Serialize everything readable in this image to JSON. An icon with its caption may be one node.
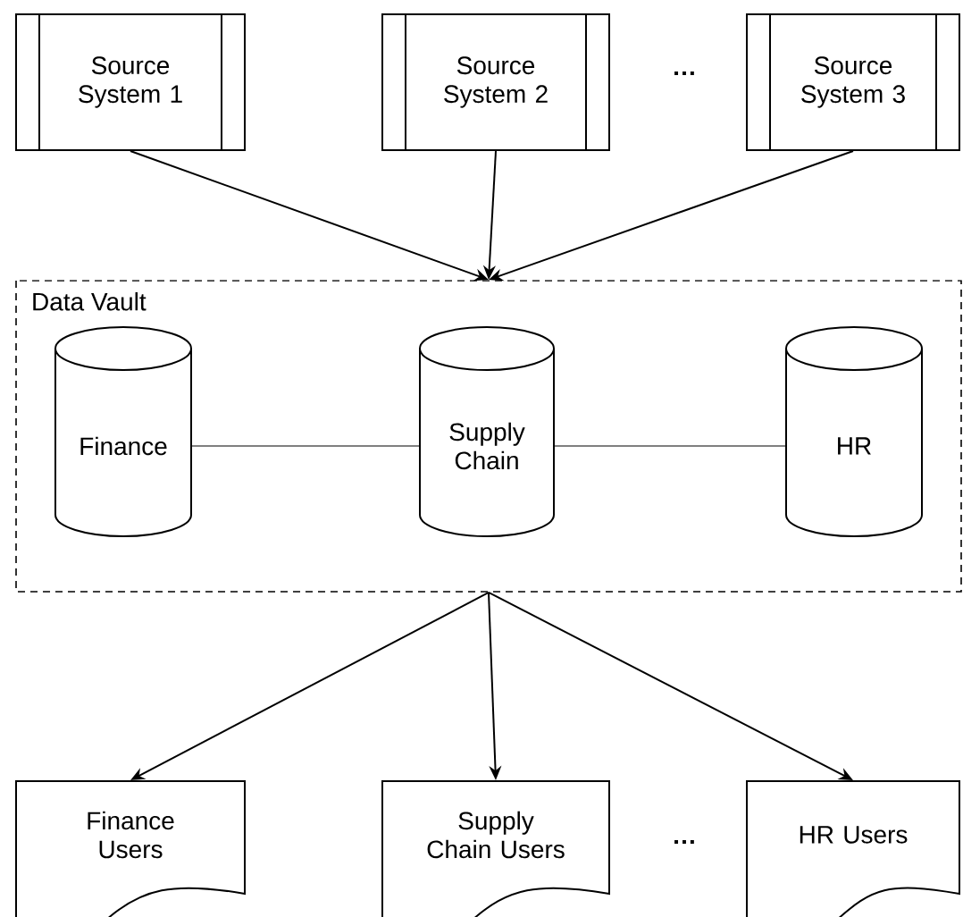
{
  "diagram": {
    "nodes": [
      {
        "text": [
          "Source System 1"
        ]
      },
      {
        "text": [
          "Source System 2"
        ]
      },
      {
        "text": [
          "Source System 3"
        ]
      },
      {
        "text": [
          "Data Vault"
        ]
      },
      {
        "text": [
          "Finance"
        ],
        "in": 3
      },
      {
        "text": [
          "Supply Chain"
        ],
        "in": 3
      },
      {
        "text": [
          "HR"
        ],
        "in": 3
      },
      {
        "text": [
          "Finance Users"
        ]
      },
      {
        "text": [
          "Supply Chain Users"
        ]
      },
      {
        "text": [
          "HR Users"
        ]
      }
    ],
    "edges": [
      {
        "from": 0,
        "to": 3,
        "arrow": "to"
      },
      {
        "from": 1,
        "to": 3,
        "arrow": "to"
      },
      {
        "from": 2,
        "to": 3,
        "arrow": "to"
      },
      {
        "from": 4,
        "to": 5,
        "arrow": "none"
      },
      {
        "from": 5,
        "to": 6,
        "arrow": "none"
      },
      {
        "from": 3,
        "to": 7,
        "arrow": "to"
      },
      {
        "from": 3,
        "to": 8,
        "arrow": "to"
      },
      {
        "from": 3,
        "to": 9,
        "arrow": "to"
      }
    ],
    "labels": [
      "…",
      "…"
    ]
  }
}
